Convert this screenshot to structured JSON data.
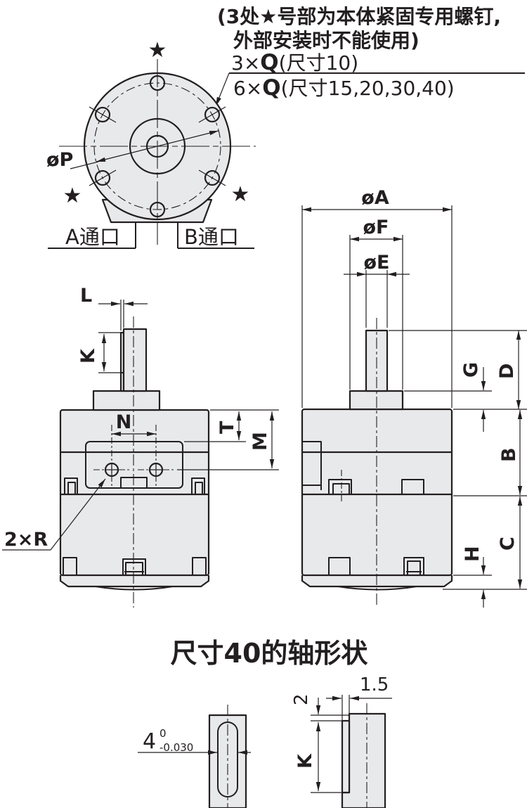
{
  "note": {
    "line1": "(3处★号部为本体紧固专用螺钉,",
    "line2": "外部安装时不能使用)"
  },
  "q_callout": {
    "top_prefix": "3×",
    "top_q": "Q",
    "top_suffix": "(尺寸10)",
    "bot_prefix": "6×",
    "bot_q": "Q",
    "bot_suffix": "(尺寸15,20,30,40)"
  },
  "top_view": {
    "star": "★",
    "dim_p": "øP",
    "port_a": "A通口",
    "port_b": "B通口"
  },
  "front_view": {
    "dim_l": "L",
    "dim_k": "K",
    "dim_n": "N",
    "dim_t": "T",
    "dim_m": "M",
    "dim_r": "2×R"
  },
  "side_view": {
    "dim_a": "øA",
    "dim_f": "øF",
    "dim_e": "øE",
    "dim_g": "G",
    "dim_d": "D",
    "dim_b": "B",
    "dim_c": "C",
    "dim_h": "H"
  },
  "shaft_detail": {
    "title": "尺寸40的轴形状",
    "dim_width": "4",
    "tol_upper": "0",
    "tol_lower": "-0.030",
    "dim_offset": "2",
    "dim_depth": "1.5",
    "dim_k": "K"
  },
  "colors": {
    "body_fill": "#e8e9ea",
    "line": "#231f20"
  }
}
